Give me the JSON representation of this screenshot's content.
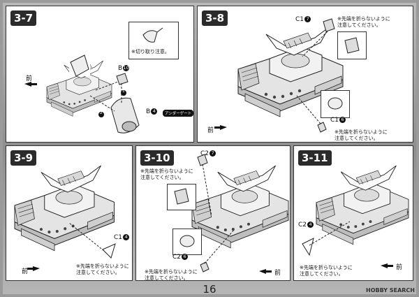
{
  "page": {
    "number": "16",
    "watermark": "HOBBY SEARCH"
  },
  "panels": {
    "p37": {
      "step": "3-7",
      "front": "前",
      "cut_note": "※切り取り注意。",
      "part_b10": "B",
      "num_b10": "10",
      "part_b4": "B",
      "num_b4": "4",
      "tag": "アンダーゲート",
      "arrow1": "1",
      "arrow2": "2"
    },
    "p38": {
      "step": "3-8",
      "front": "前",
      "part_c17": "C1",
      "num_c17": "7",
      "part_c16": "C1",
      "num_c16": "6",
      "note_top": [
        "※先端を折らないように",
        "注意してください。"
      ],
      "note_bottom": [
        "※先端を折らないように",
        "注意してください。"
      ]
    },
    "p39": {
      "step": "3-9",
      "front": "前",
      "part_c14": "C1",
      "num_c14": "4",
      "note": [
        "※先端を折らないように",
        "注意してください。"
      ]
    },
    "p310": {
      "step": "3-10",
      "front": "前",
      "part_c27": "C2",
      "num_c27": "7",
      "part_c26": "C2",
      "num_c26": "6",
      "note_top": [
        "※先端を折らないように",
        "注意してください。"
      ],
      "note_bottom": [
        "※先端を折らないように",
        "注意してください。"
      ]
    },
    "p311": {
      "step": "3-11",
      "front": "前",
      "part_c24": "C2",
      "num_c24": "4",
      "note": [
        "※先端を折らないように",
        "注意してください。"
      ]
    }
  }
}
